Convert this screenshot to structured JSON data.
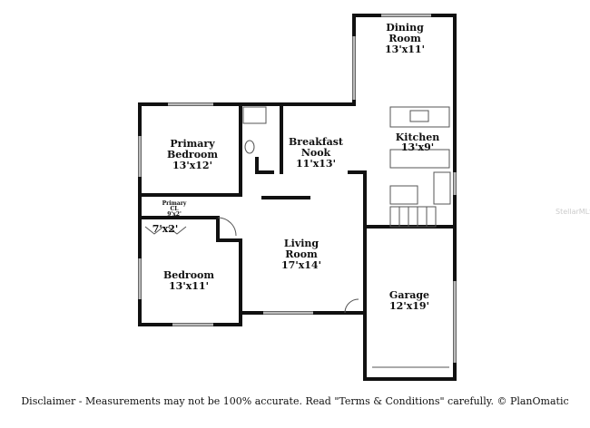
{
  "rooms": {
    "dining": {
      "name1": "Dining",
      "name2": "Room",
      "size": "13'x11'"
    },
    "primary_bedroom": {
      "name1": "Primary",
      "name2": "Bedroom",
      "size": "13'x12'"
    },
    "nook": {
      "name1": "Breakfast",
      "name2": "Nook",
      "size": "11'x13'"
    },
    "kitchen": {
      "name1": "Kitchen",
      "size": "13'x9'"
    },
    "primary_closet": {
      "name1": "Primary",
      "name2": "CL",
      "size": "9'x2'"
    },
    "closet": {
      "size": "7'x2'"
    },
    "living": {
      "name1": "Living",
      "name2": "Room",
      "size": "17'x14'"
    },
    "bedroom": {
      "name1": "Bedroom",
      "size": "13'x11'"
    },
    "garage": {
      "name1": "Garage",
      "size": "12'x19'"
    }
  },
  "watermark": "StellarMLS",
  "disclaimer": "Disclaimer - Measurements may not be 100% accurate. Read \"Terms & Conditions\" carefully. © PlanOmatic"
}
